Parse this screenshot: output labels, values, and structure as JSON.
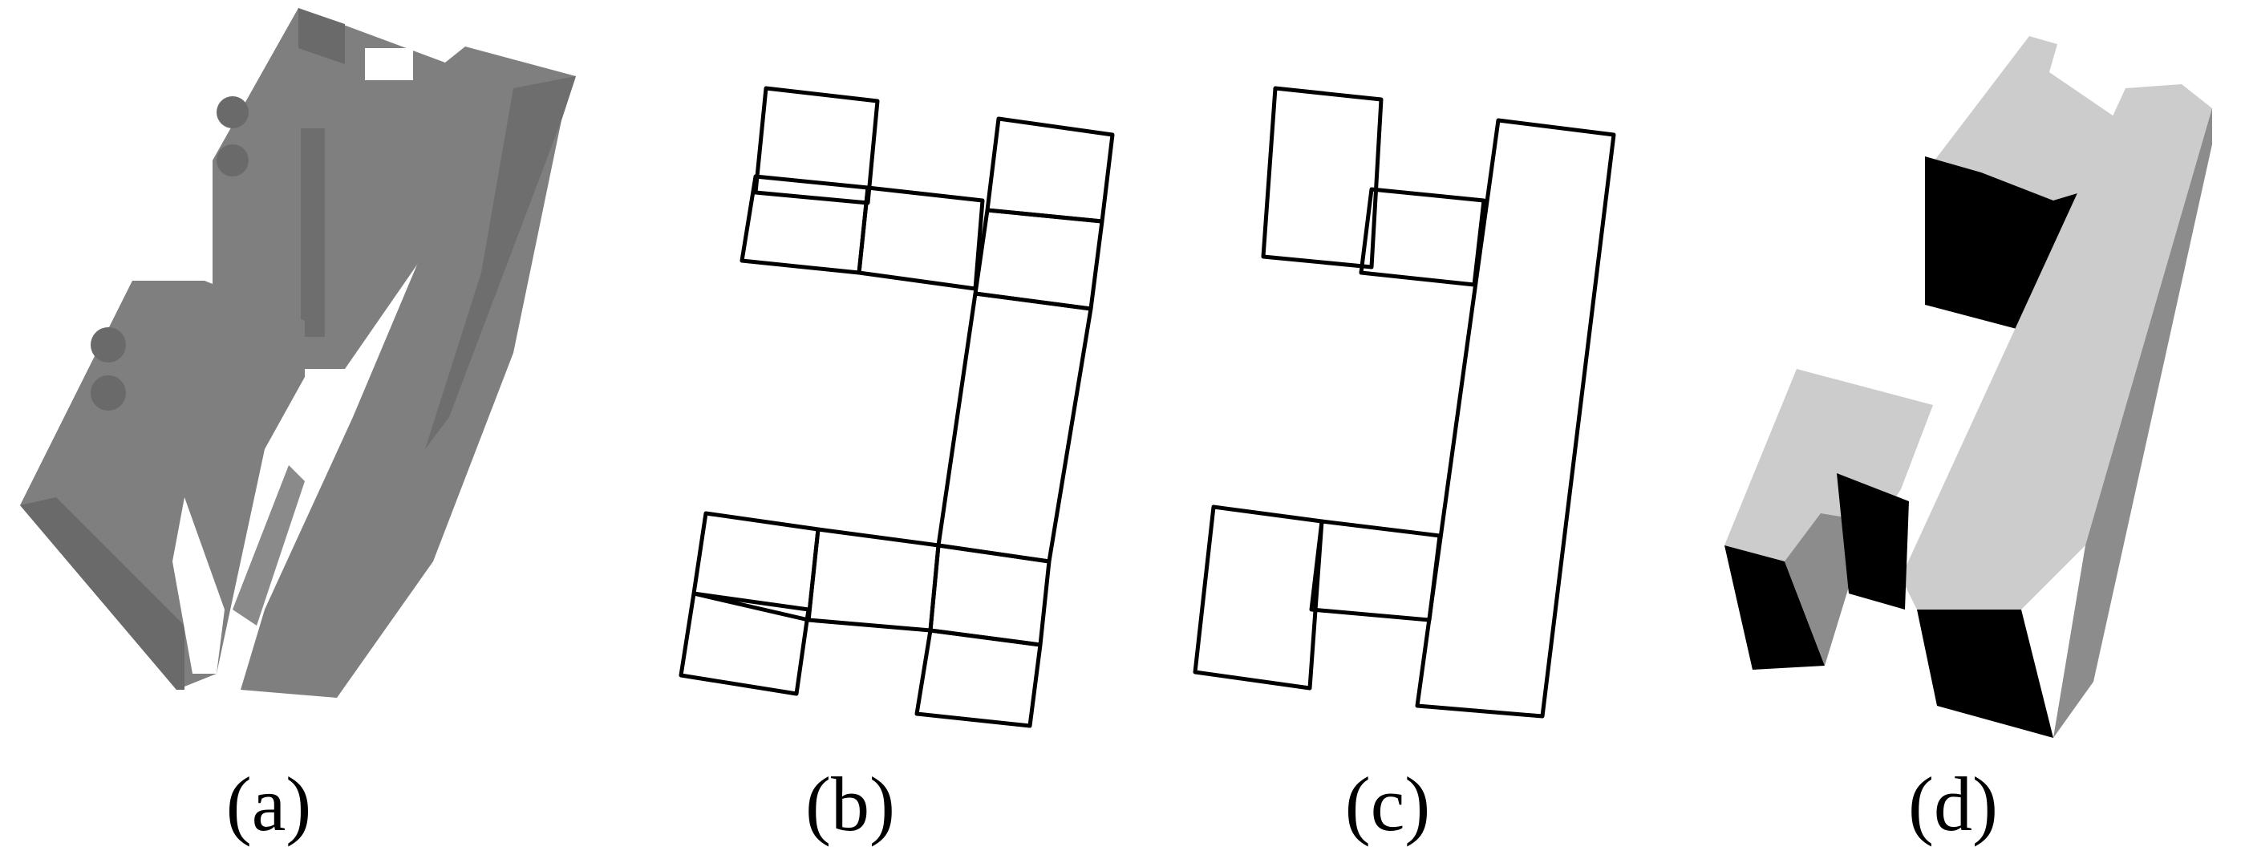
{
  "figure": {
    "panels": [
      {
        "id": "a",
        "label": "(a)",
        "description_icon": "building-3d-model-icon"
      },
      {
        "id": "b",
        "label": "(b)",
        "description_icon": "cell-decomposition-outline-icon"
      },
      {
        "id": "c",
        "label": "(c)",
        "description_icon": "merged-cells-outline-icon"
      },
      {
        "id": "d",
        "label": "(d)",
        "description_icon": "simplified-block-model-icon"
      }
    ]
  },
  "colors": {
    "model_face": "#7f7f7f",
    "model_dark": "#6a6a6a",
    "block_top": "#cccccc",
    "block_side": "#8c8c8c",
    "block_shadow": "#000000",
    "outline": "#000000"
  }
}
